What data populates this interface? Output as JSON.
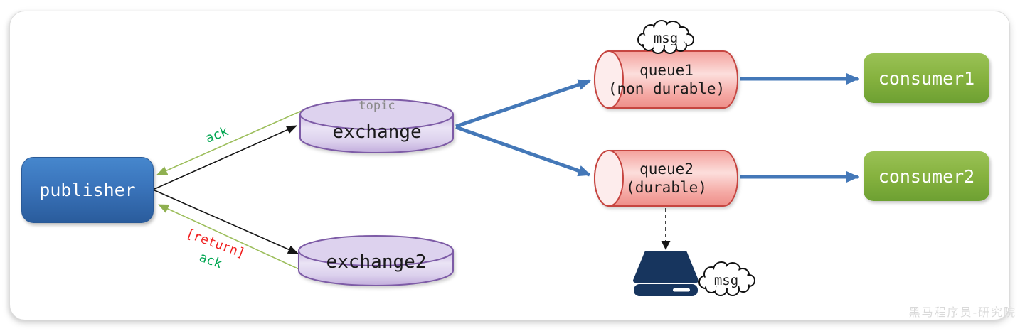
{
  "frame": {
    "watermark": "黑马程序员-研究院"
  },
  "nodes": {
    "publisher": {
      "label": "publisher",
      "color": "#3a74bb"
    },
    "exchange": {
      "tag": "topic",
      "label": "exchange",
      "border_color": "#7d5ba6",
      "fill_color": "#ddd2ee"
    },
    "exchange2": {
      "label": "exchange2",
      "border_color": "#7d5ba6",
      "fill_color": "#ddd2ee"
    },
    "queue1": {
      "label": "queue1",
      "sublabel": "(non durable)",
      "border_color": "#c64540",
      "fill_color": "#f8c4c1"
    },
    "queue2": {
      "label": "queue2",
      "sublabel": "(durable)",
      "border_color": "#c64540",
      "fill_color": "#f8c4c1"
    },
    "consumer1": {
      "label": "consumer1",
      "color": "#86b23f"
    },
    "consumer2": {
      "label": "consumer2",
      "color": "#86b23f"
    },
    "disk": {
      "icon": "hard-disk-icon",
      "color": "#17355e"
    }
  },
  "clouds": {
    "msg1": "msg",
    "msg2": "msg"
  },
  "edge_labels": {
    "ack_top": {
      "text": "ack",
      "color": "#00a651"
    },
    "return_bottom": {
      "text": "[return]",
      "color": "#f01e1e"
    },
    "ack_bottom": {
      "text": "ack",
      "color": "#00a651"
    }
  },
  "edge_colors": {
    "route_arrow": "#4478b8",
    "ack_line": "#9cbe5b",
    "publish_line": "#1a1a1a"
  }
}
